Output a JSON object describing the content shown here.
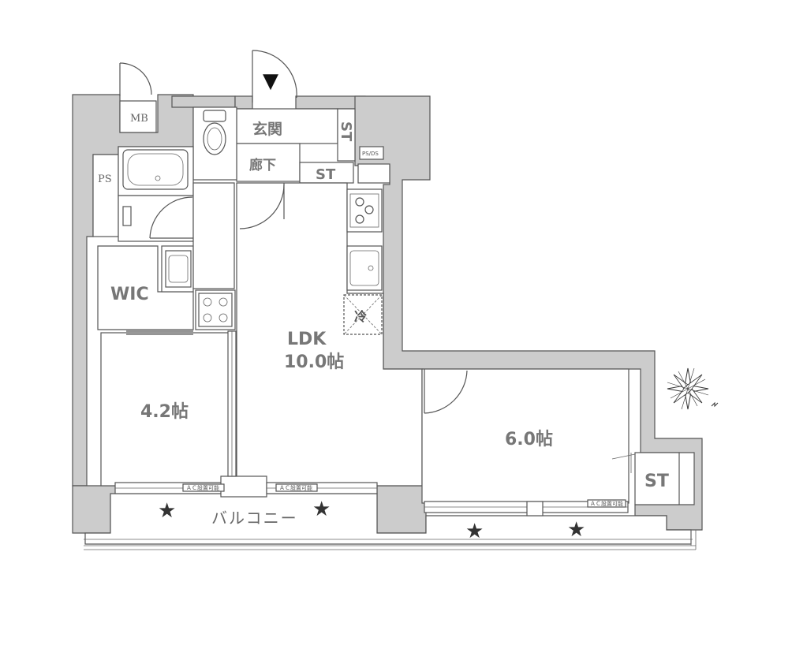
{
  "rooms": {
    "entrance": "玄関",
    "hallway": "廊下",
    "st_entrance": "ST",
    "st_hall": "ST",
    "st_room": "ST",
    "mb": "MB",
    "ps_left": "PS",
    "ps_ds": "PS/DS",
    "wic": "WIC",
    "ldk_name": "LDK",
    "ldk_size": "10.0帖",
    "room_left": "4.2帖",
    "room_right": "6.0帖",
    "balcony": "バルコニー"
  },
  "ac_labels": {
    "left": "ＡＣ設置可能",
    "middle": "ＡＣ設置可能",
    "right": "ＡＣ設置可能"
  },
  "markers": {
    "star_symbol": "★",
    "entrance_arrow": "▼",
    "refrigerator": "冷"
  },
  "colors": {
    "wall": "#cccccc",
    "outline": "#555555",
    "label": "#777777"
  }
}
